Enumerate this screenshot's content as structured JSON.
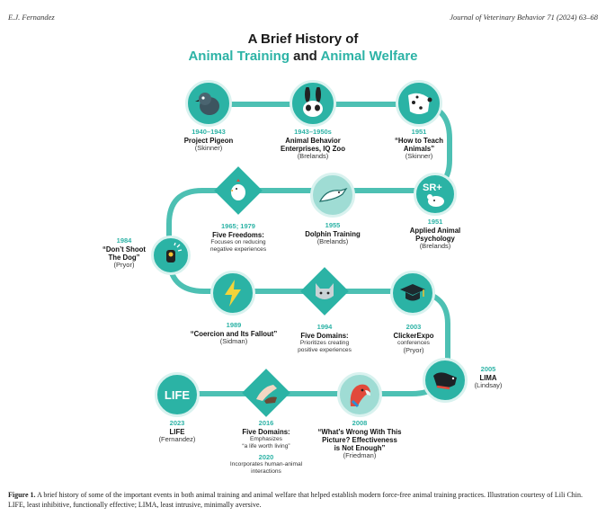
{
  "header": {
    "author": "E.J. Fernandez",
    "journal": "Journal of Veterinary Behavior 71 (2024) 63–68"
  },
  "figure": {
    "title_line1": "A Brief History of",
    "title_part_a": "Animal Training",
    "title_and": " and ",
    "title_part_b": "Animal Welfare",
    "colors": {
      "teal": "#2bb3a5",
      "path": "#4dc0b3",
      "dark": "#1a1a1a"
    },
    "events": {
      "pigeon": {
        "year": "1940–1943",
        "name": "Project Pigeon",
        "by": "(Skinner)",
        "icon": "pigeon-icon"
      },
      "abe": {
        "year": "1943–1950s",
        "name_l1": "Animal Behavior",
        "name_l2": "Enterprises, IQ Zoo",
        "by": "(Brelands)",
        "icon": "rabbit-icon"
      },
      "teach": {
        "year": "1951",
        "name_l1": "“How to Teach",
        "name_l2": "Animals”",
        "by": "(Skinner)",
        "icon": "dalmatian-icon"
      },
      "psych": {
        "year": "1951",
        "name_l1": "Applied Animal",
        "name_l2": "Psychology",
        "by": "(Brelands)",
        "icon": "rat-icon"
      },
      "dolphin": {
        "year": "1955",
        "name": "Dolphin Training",
        "by": "(Brelands)",
        "icon": "dolphin-icon"
      },
      "freedoms": {
        "year": "1965; 1979",
        "name": "Five Freedoms:",
        "desc_l1": "Focuses on reducing",
        "desc_l2": "negative experiences",
        "icon": "chicken-icon"
      },
      "dsd": {
        "year": "1984",
        "name_l1": "“Don’t Shoot",
        "name_l2": "The Dog”",
        "by": "(Pryor)",
        "icon": "clicker-icon"
      },
      "coercion": {
        "year": "1989",
        "name": "“Coercion and Its Fallout”",
        "by": "(Sidman)",
        "icon": "lightning-icon"
      },
      "domains94": {
        "year": "1994",
        "name": "Five Domains:",
        "desc_l1": "Prioritizes creating",
        "desc_l2": "positive experiences",
        "icon": "cat-icon"
      },
      "clickerexpo": {
        "year": "2003",
        "name": "ClickerExpo",
        "desc": "conferences",
        "by": "(Pryor)",
        "icon": "graduation-cap-icon"
      },
      "lima": {
        "year": "2005",
        "name": "LIMA",
        "by": "(Lindsay)",
        "icon": "dog-icon"
      },
      "life": {
        "year": "2023",
        "name": "LIFE",
        "by": "(Fernandez)",
        "badge": "LIFE"
      },
      "domains16": {
        "year": "2016",
        "name": "Five Domains:",
        "desc_l1": "Emphasizes",
        "desc_l2": "“a life worth living”",
        "year2": "2020",
        "desc2_l1": "Incorporates human-animal",
        "desc2_l2": "interactions",
        "icon": "hand-paw-icon"
      },
      "wrong": {
        "year": "2008",
        "name_l1": "“What’s Wrong With This",
        "name_l2": "Picture? Effectiveness",
        "name_l3": "is Not Enough”",
        "by": "(Friedman)",
        "icon": "parrot-icon"
      }
    }
  },
  "caption": {
    "label": "Figure 1.",
    "text": "A brief history of some of the important events in both animal training and animal welfare that helped establish modern force-free animal training practices. Illustration courtesy of Lili Chin. LIFE, least inhibitive, functionally effective; LIMA, least intrusive, minimally aversive."
  }
}
